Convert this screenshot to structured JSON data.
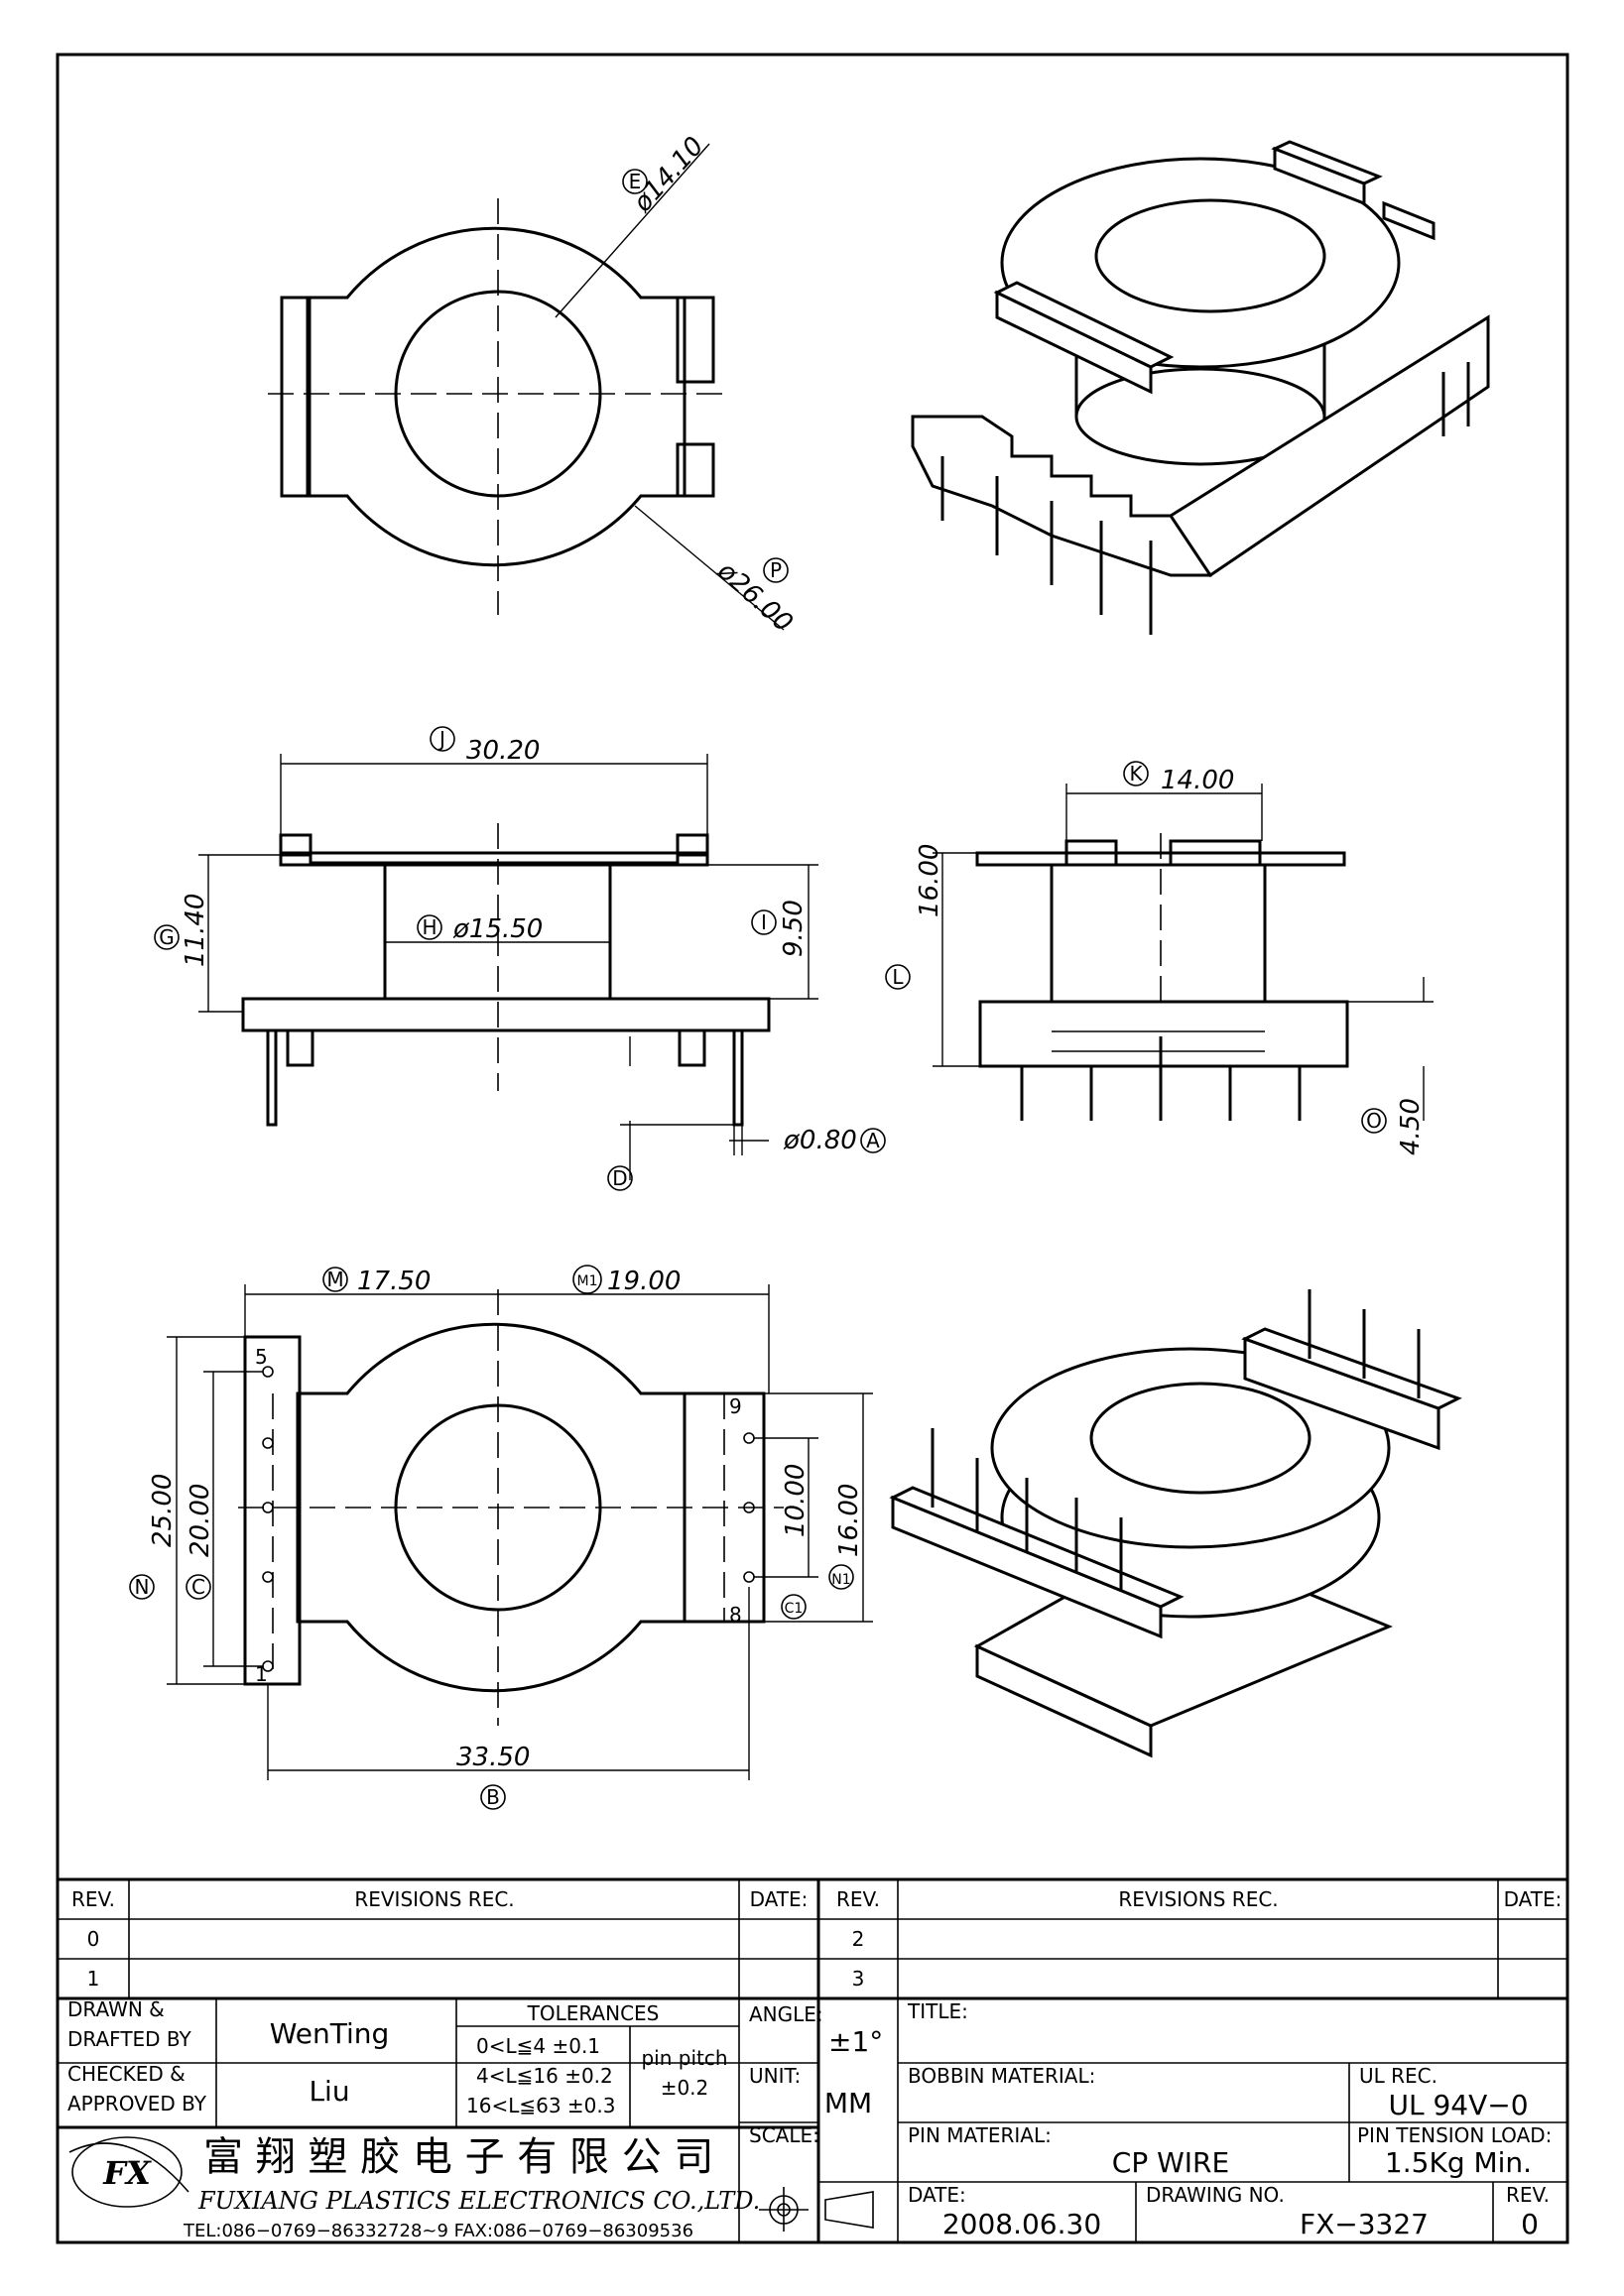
{
  "drawing": {
    "top_view": {
      "dim_e": {
        "label": "E",
        "value": "ø14.10"
      },
      "dim_p": {
        "label": "P",
        "value": "ø26.00"
      }
    },
    "front_view": {
      "dim_j": {
        "label": "J",
        "value": "30.20"
      },
      "dim_g": {
        "label": "G",
        "value": "11.40"
      },
      "dim_h": {
        "label": "H",
        "value": "ø15.50"
      },
      "dim_i": {
        "label": "I",
        "value": "9.50"
      },
      "dim_a": {
        "label": "A",
        "value": "ø0.80"
      },
      "dim_d": {
        "label": "D",
        "value": ""
      }
    },
    "side_view": {
      "dim_k": {
        "label": "K",
        "value": "14.00"
      },
      "dim_l": {
        "label": "L",
        "value": "16.00"
      },
      "dim_o": {
        "label": "O",
        "value": "4.50"
      }
    },
    "bottom_view": {
      "dim_m": {
        "label": "M",
        "value": "17.50"
      },
      "dim_m1": {
        "label": "M1",
        "value": "19.00"
      },
      "dim_n": {
        "label": "N",
        "value": "25.00"
      },
      "dim_c": {
        "label": "C",
        "value": "20.00"
      },
      "dim_10": {
        "value": "10.00"
      },
      "dim_n1": {
        "label": "N1",
        "value": "16.00"
      },
      "dim_c1": {
        "label": "C1"
      },
      "dim_b": {
        "label": "B",
        "value": "33.50"
      },
      "pin_labels": [
        "5",
        "1",
        "9",
        "8"
      ]
    }
  },
  "title_block": {
    "rev_header": "REV.",
    "revisions_header": "REVISIONS   REC.",
    "date_header": "DATE:",
    "rev_rows_left": [
      "0",
      "1"
    ],
    "rev_rows_right": [
      "2",
      "3"
    ],
    "drawn_label_1": "DRAWN  &",
    "drawn_label_2": "DRAFTED  BY",
    "drawn_value": "WenTing",
    "checked_label_1": "CHECKED  &",
    "checked_label_2": "APPROVED  BY",
    "checked_value": "Liu",
    "tolerances_label": "TOLERANCES",
    "tol_1": "0<L≦4    ±0.1",
    "tol_2": "4<L≦16  ±0.2",
    "tol_3": "16<L≦63  ±0.3",
    "pin_pitch_label": "pin pitch",
    "pin_pitch_value": "±0.2",
    "angle_label": "ANGLE:",
    "angle_value": "±1°",
    "unit_label": "UNIT:",
    "unit_value": "MM",
    "scale_label": "SCALE:",
    "title_label": "TITLE:",
    "bobbin_material_label": "BOBBIN  MATERIAL:",
    "ul_rec_label": "UL  REC.",
    "ul_rec_value": "UL  94V−0",
    "pin_material_label": "PIN  MATERIAL:",
    "pin_material_value": "CP  WIRE",
    "pin_tension_label": "PIN  TENSION  LOAD:",
    "pin_tension_value": "1.5Kg  Min.",
    "date_label": "DATE:",
    "date_value": "2008.06.30",
    "drawing_no_label": "DRAWING  NO.",
    "drawing_no_value": "FX−3327",
    "rev_label": "REV.",
    "rev_value": "0",
    "company_cn": "富 翔 塑 胶 电 子 有 限 公 司",
    "company_en": "FUXIANG  PLASTICS  ELECTRONICS  CO.,LTD.",
    "company_contact": "TEL:086−0769−86332728~9   FAX:086−0769−86309536",
    "logo_text": "FX"
  }
}
